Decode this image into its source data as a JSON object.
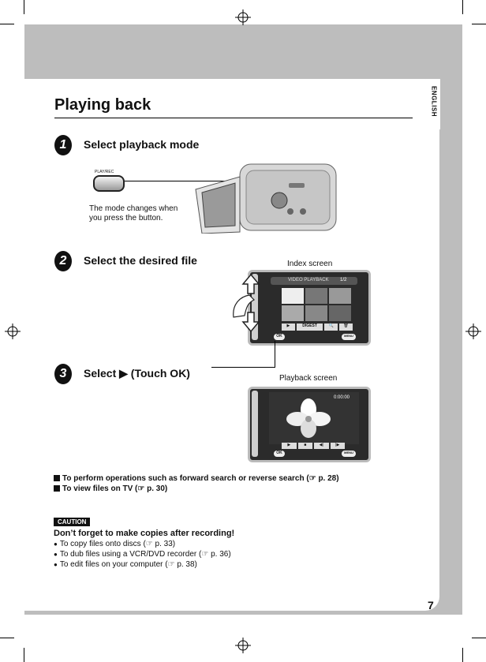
{
  "page": {
    "language_tab": "ENGLISH",
    "page_number": "7",
    "title": "Playing back"
  },
  "steps": [
    {
      "number": "1",
      "label": "Select playback mode"
    },
    {
      "number": "2",
      "label": "Select the desired file"
    },
    {
      "number": "3",
      "label": "Select ▶ (Touch OK)"
    }
  ],
  "step1": {
    "button_label": "PLAY/REC",
    "note": "The mode changes when you press the button."
  },
  "index_screen": {
    "caption": "Index screen",
    "header": "VIDEO PLAYBACK",
    "page_indicator": "1/2",
    "buttons": [
      "▶",
      "DIGEST",
      "🔍",
      "🗑"
    ],
    "ok_label": "OK",
    "menu_label": "MENU"
  },
  "playback_screen": {
    "caption": "Playback screen",
    "counter": "0:00:00",
    "ok_label": "OK",
    "menu_label": "MENU"
  },
  "operations": [
    "To perform operations such as forward search or reverse search (☞ p. 28)",
    "To view files on TV (☞ p. 30)"
  ],
  "caution": {
    "badge": "CAUTION",
    "heading": "Don’t forget to make copies after recording!",
    "items": [
      "To copy files onto discs (☞ p. 33)",
      "To dub files using a VCR/DVD recorder (☞ p. 36)",
      "To edit files on your computer (☞ p. 38)"
    ]
  }
}
